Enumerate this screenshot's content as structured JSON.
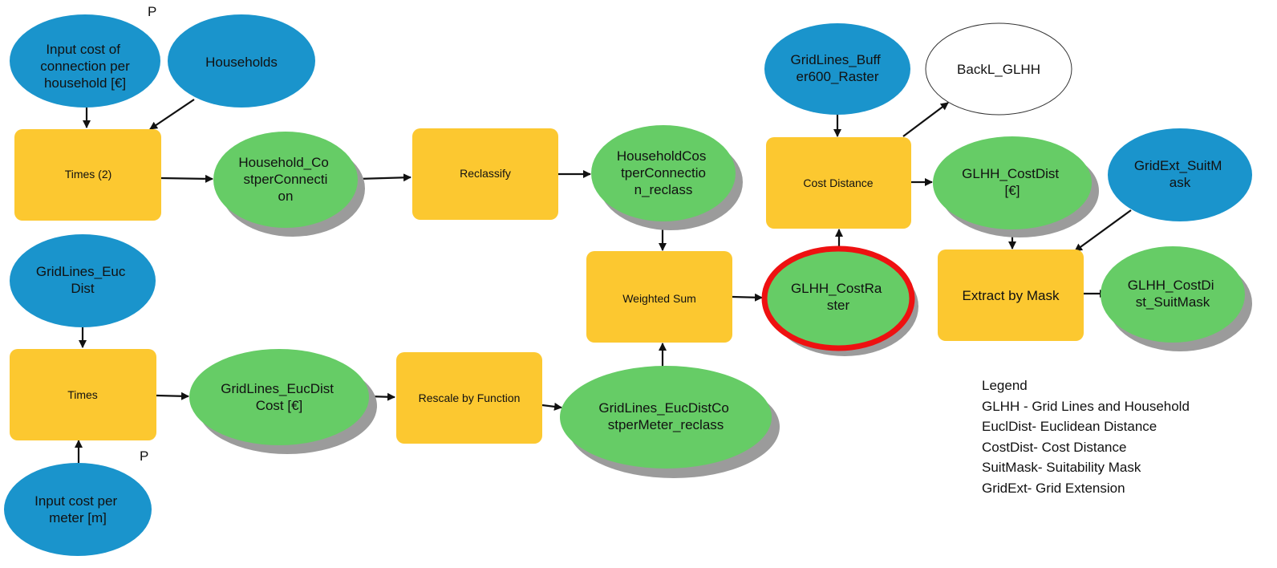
{
  "colors": {
    "data_input": "#1a94cc",
    "process": "#fcc830",
    "derived": "#66cc66",
    "highlight_outline": "#ee1111",
    "shadow": "#9b9b9b"
  },
  "nodes": {
    "input_cost_connection": "Input cost of connection per household [€]",
    "households": "Households",
    "times2": "Times (2)",
    "household_cost": "Household_CostperConnection",
    "reclassify": "Reclassify",
    "household_cost_reclass": "HouseholdCostperConnection_reclass",
    "gridlines_eucdist": "GridLines_EucDist",
    "times": "Times",
    "gridlines_eucdist_cost": "GridLines_EucDist Cost [€]",
    "rescale": "Rescale by Function",
    "gridlines_eucdist_reclass": "GridLines_EucDistCostperMeter_reclass",
    "input_cost_meter": "Input cost per meter [m]",
    "weighted_sum": "Weighted Sum",
    "glhh_costraster": "GLHH_CostRaster",
    "gridlines_buffer": "GridLines_Buffer600_Raster",
    "backl_glhh": "BackL_GLHH",
    "cost_distance": "Cost Distance",
    "glhh_costdist": "GLHH_CostDist [€]",
    "gridext_suitmask": "GridExt_SuitMask",
    "extract_by_mask": "Extract by Mask",
    "glhh_costdist_suitmask": "GLHH_CostDist_SuitMask"
  },
  "param_marker": "P",
  "legend": {
    "title": "Legend",
    "items": [
      "GLHH - Grid Lines and Household",
      "EuclDist- Euclidean Distance",
      "CostDist- Cost Distance",
      "SuitMask- Suitability Mask",
      "GridExt- Grid Extension"
    ]
  }
}
